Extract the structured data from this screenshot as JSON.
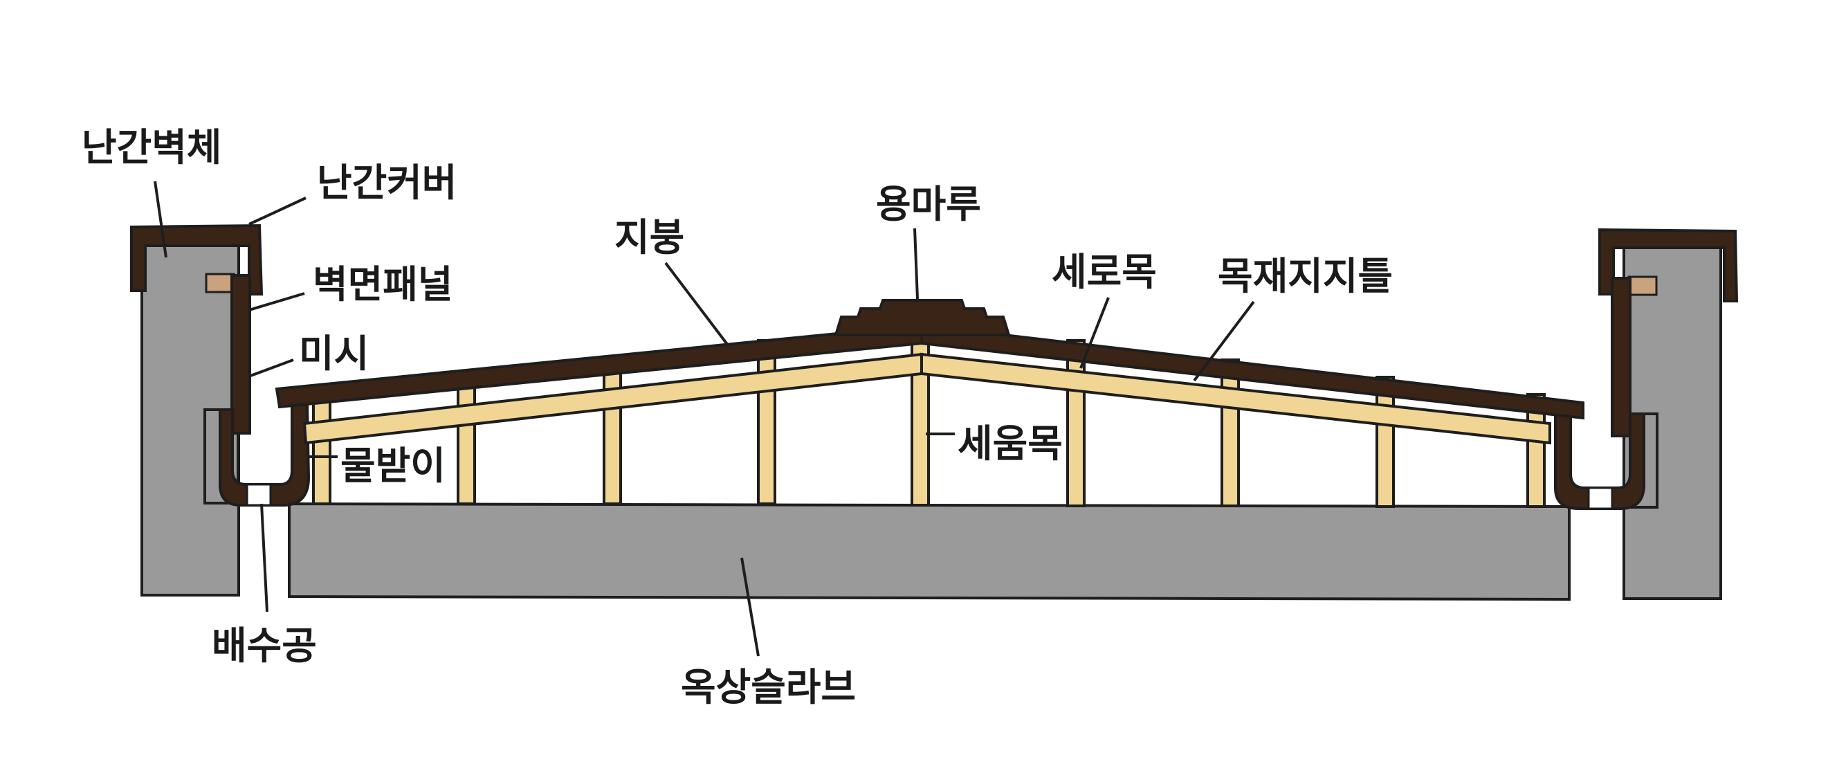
{
  "diagram": {
    "colors": {
      "concrete": "#9a9a9a",
      "wood": "#f0d594",
      "roof": "#3a2416",
      "seal": "#c9a27e",
      "outline": "#1e1e1e"
    },
    "labels": {
      "parapet_wall": "난간벽체",
      "parapet_cover": "난간커버",
      "wall_panel": "벽면패널",
      "sealant": "미시",
      "gutter": "물받이",
      "drain_hole": "배수공",
      "roof": "지붕",
      "ridge": "용마루",
      "vertical_member": "세로목",
      "timber_frame": "목재지지틀",
      "post": "세움목",
      "rooftop_slab": "옥상슬라브"
    }
  }
}
